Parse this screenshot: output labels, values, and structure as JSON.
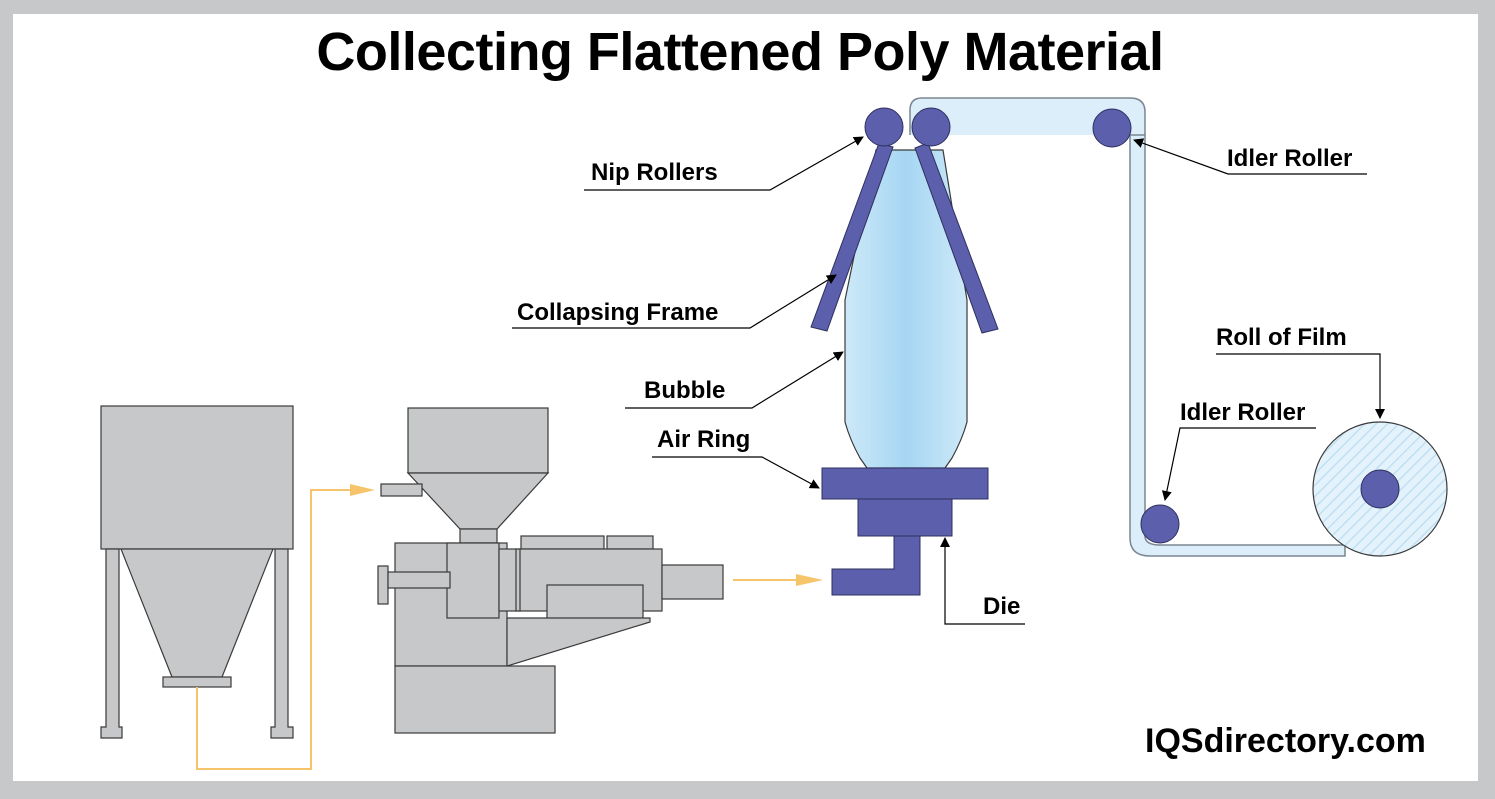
{
  "title": "Collecting Flattened Poly Material",
  "labels": {
    "nip_rollers": "Nip Rollers",
    "idler_roller_top": "Idler Roller",
    "collapsing_frame": "Collapsing Frame",
    "roll_of_film": "Roll of Film",
    "bubble": "Bubble",
    "idler_roller_bottom": "Idler Roller",
    "air_ring": "Air Ring",
    "die": "Die"
  },
  "brand": "IQSdirectory.com",
  "colors": {
    "machine_gray": "#c7c8ca",
    "roller_blue": "#5c5fab",
    "film_light_blue": "#dbeefa",
    "bubble_blue": "#b3dcf3",
    "flow_arrow": "#f6c56b"
  }
}
